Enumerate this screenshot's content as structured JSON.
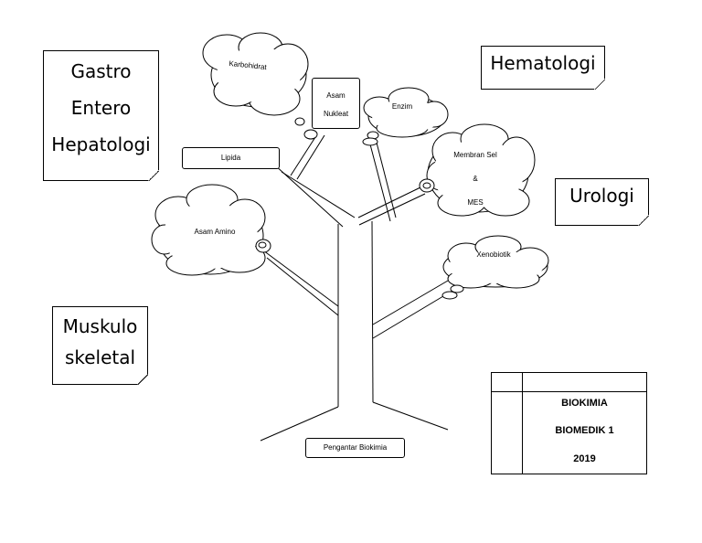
{
  "notes": {
    "gastro": [
      "Gastro",
      "Entero",
      "Hepatologi"
    ],
    "hematologi": "Hematologi",
    "urologi": "Urologi",
    "muskulo": [
      "Muskulo",
      "skeletal"
    ]
  },
  "branches": {
    "karbohidrat": "Karbohidrat",
    "asam_nukleat": [
      "Asam",
      "Nukleat"
    ],
    "enzim": "Enzim",
    "lipida": "Lipida",
    "membran": [
      "Membran Sel",
      "&",
      "MES"
    ],
    "asam_amino": "Asam Amino",
    "xenobiotik": "Xenobiotik"
  },
  "root_label": "Pengantar Biokimia",
  "info": [
    "BIOKIMIA",
    "BIOMEDIK 1",
    "2019"
  ]
}
